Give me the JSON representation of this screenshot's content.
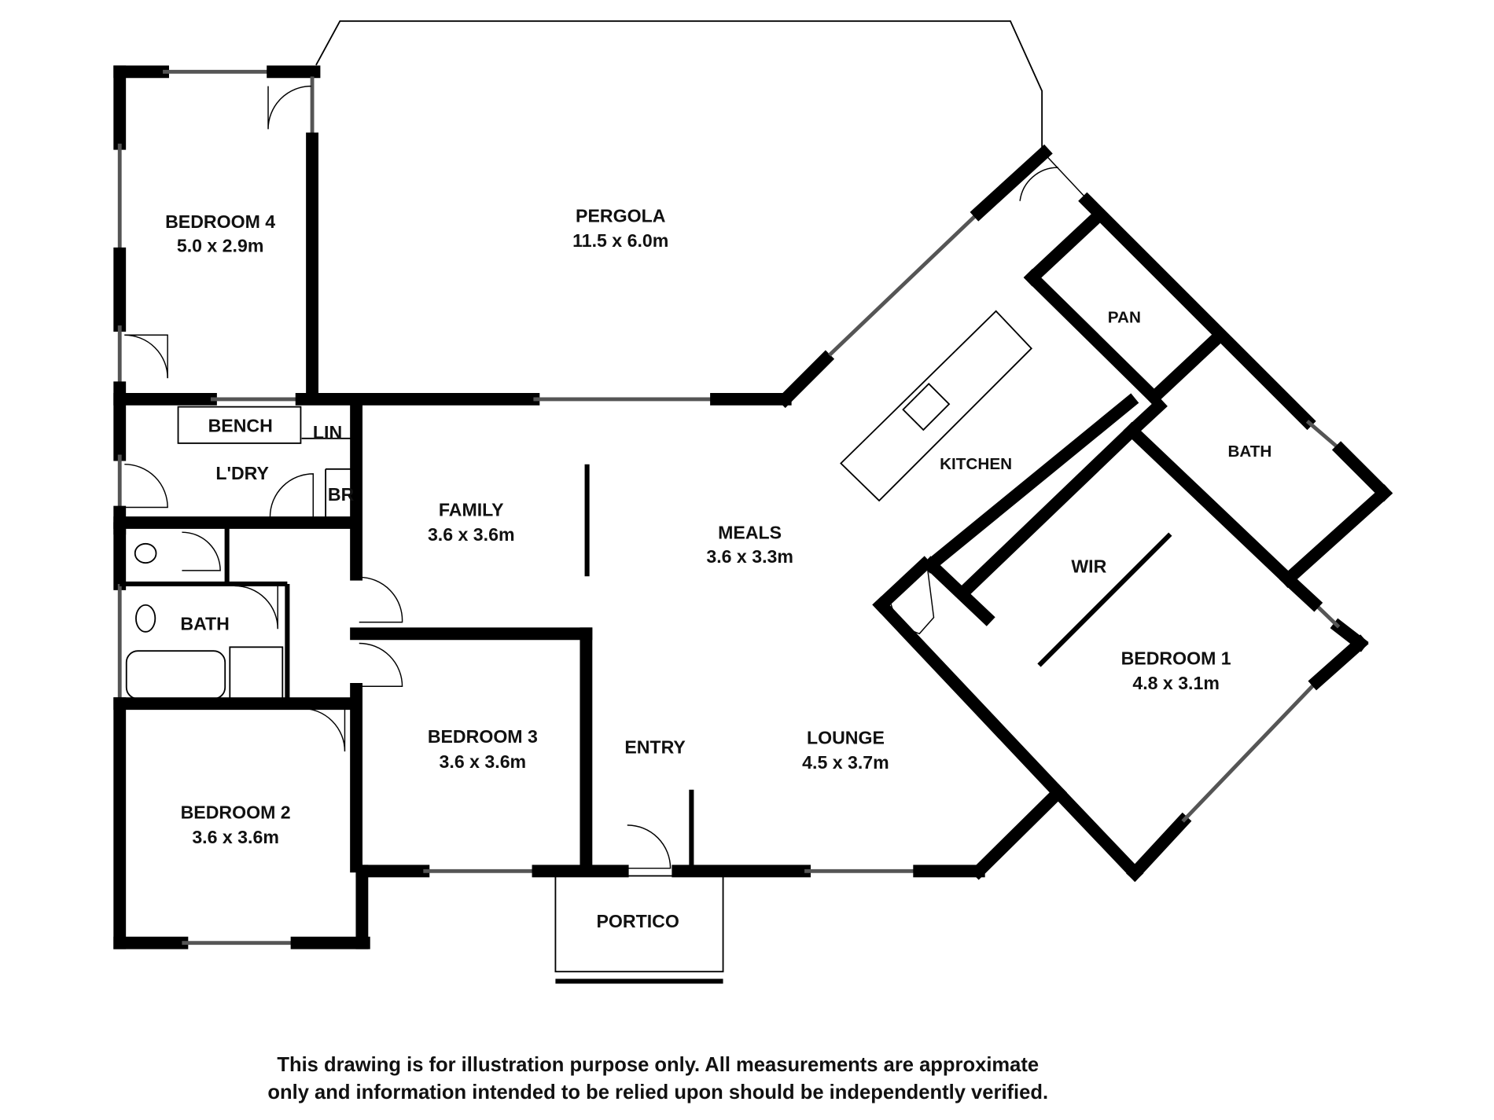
{
  "rooms": {
    "pergola": {
      "name": "PERGOLA",
      "size": "11.5 x 6.0m"
    },
    "bedroom4": {
      "name": "BEDROOM 4",
      "size": "5.0 x 2.9m"
    },
    "bench": {
      "name": "BENCH"
    },
    "lin": {
      "name": "LIN"
    },
    "br": {
      "name": "BR"
    },
    "laundry": {
      "name": "L'DRY"
    },
    "bath_left": {
      "name": "BATH"
    },
    "family": {
      "name": "FAMILY",
      "size": "3.6 x 3.6m"
    },
    "meals": {
      "name": "MEALS",
      "size": "3.6 x 3.3m"
    },
    "kitchen": {
      "name": "KITCHEN"
    },
    "pantry": {
      "name": "PAN"
    },
    "bath_right": {
      "name": "BATH"
    },
    "wir": {
      "name": "WIR"
    },
    "bedroom1": {
      "name": "BEDROOM 1",
      "size": "4.8 x 3.1m"
    },
    "bedroom2": {
      "name": "BEDROOM 2",
      "size": "3.6 x 3.6m"
    },
    "bedroom3": {
      "name": "BEDROOM 3",
      "size": "3.6 x 3.6m"
    },
    "entry": {
      "name": "ENTRY"
    },
    "lounge": {
      "name": "LOUNGE",
      "size": "4.5 x 3.7m"
    },
    "portico": {
      "name": "PORTICO"
    }
  },
  "disclaimer": {
    "line1": "This drawing is for illustration purpose only. All measurements are approximate",
    "line2": "only and information intended to be relied upon should be independently verified."
  }
}
